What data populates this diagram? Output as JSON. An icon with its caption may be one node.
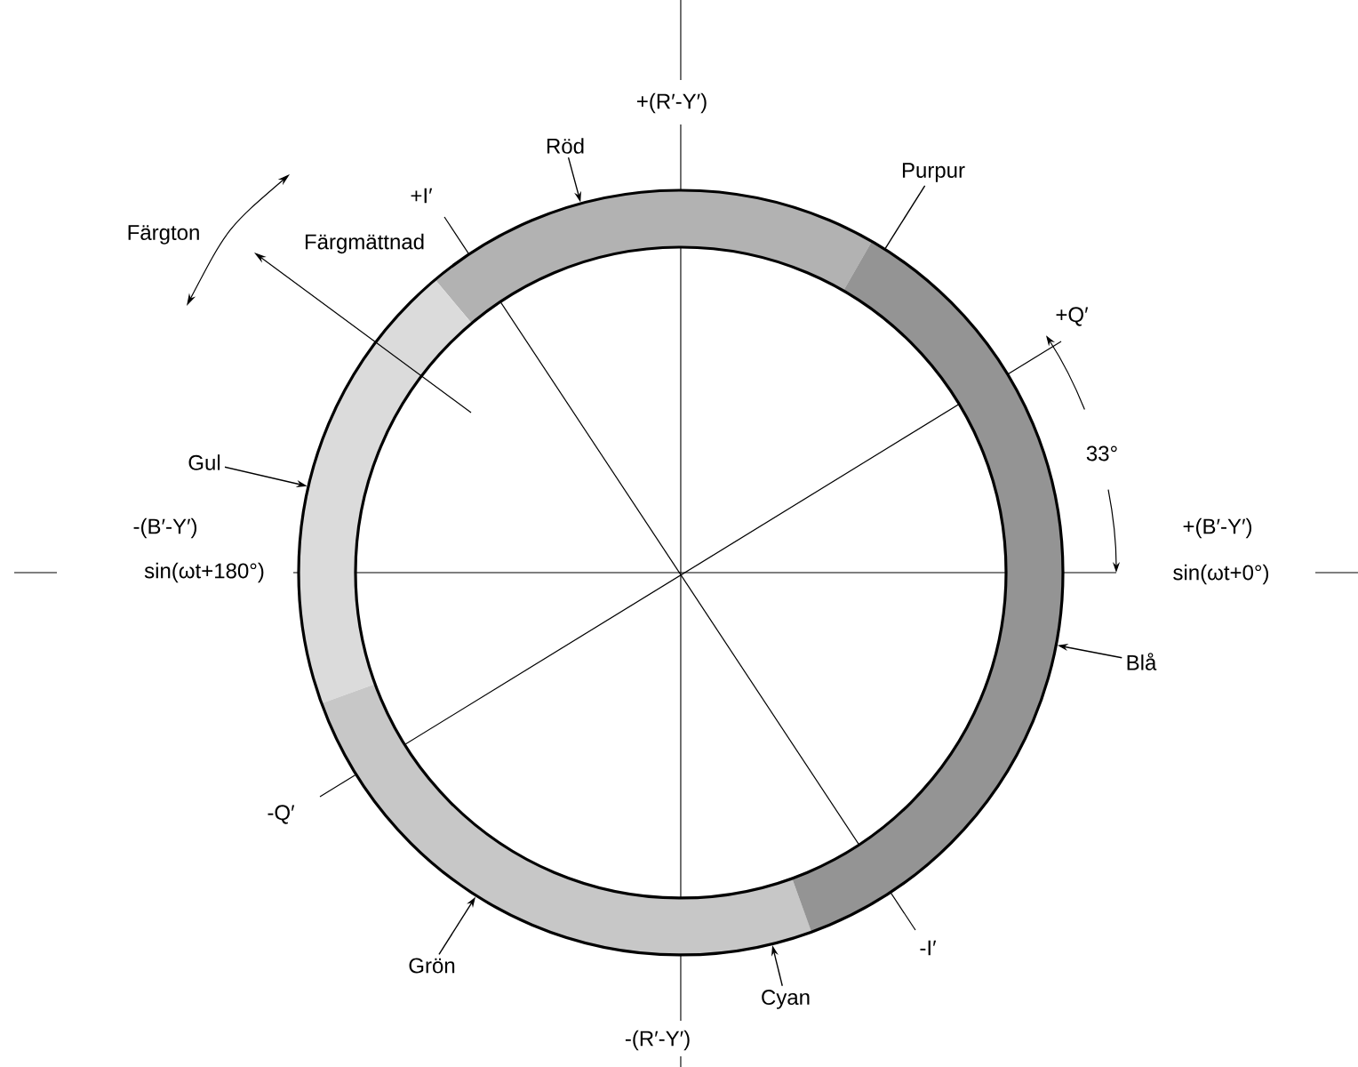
{
  "diagram": {
    "nodes": [
      {
        "text": [],
        "shape": "circle"
      },
      {
        "text": [
          "Röd"
        ]
      },
      {
        "text": [
          "Purpur"
        ]
      },
      {
        "text": [
          "Gul"
        ]
      },
      {
        "text": [
          "Blå"
        ]
      },
      {
        "text": [
          "Grön"
        ]
      },
      {
        "text": [
          "Cyan"
        ]
      }
    ],
    "edges": [
      {
        "from": 1,
        "to": 0,
        "arrow": "to"
      },
      {
        "from": 2,
        "to": 0,
        "arrow": "none"
      },
      {
        "from": 3,
        "to": 0,
        "arrow": "to"
      },
      {
        "from": 4,
        "to": 0,
        "arrow": "to"
      },
      {
        "from": 5,
        "to": 0,
        "arrow": "to"
      },
      {
        "from": 6,
        "to": 0,
        "arrow": "to"
      }
    ],
    "labels": [
      "+(R′-Y′)",
      "+I′",
      "Färgton",
      "Färgmättnad",
      "+Q′",
      "33°",
      "-(B′-Y′)",
      "sin(ωt+180°)",
      "+(B′-Y′)",
      "sin(ωt+0°)",
      "-Q′",
      "-I′",
      "-(R′-Y′)"
    ]
  }
}
